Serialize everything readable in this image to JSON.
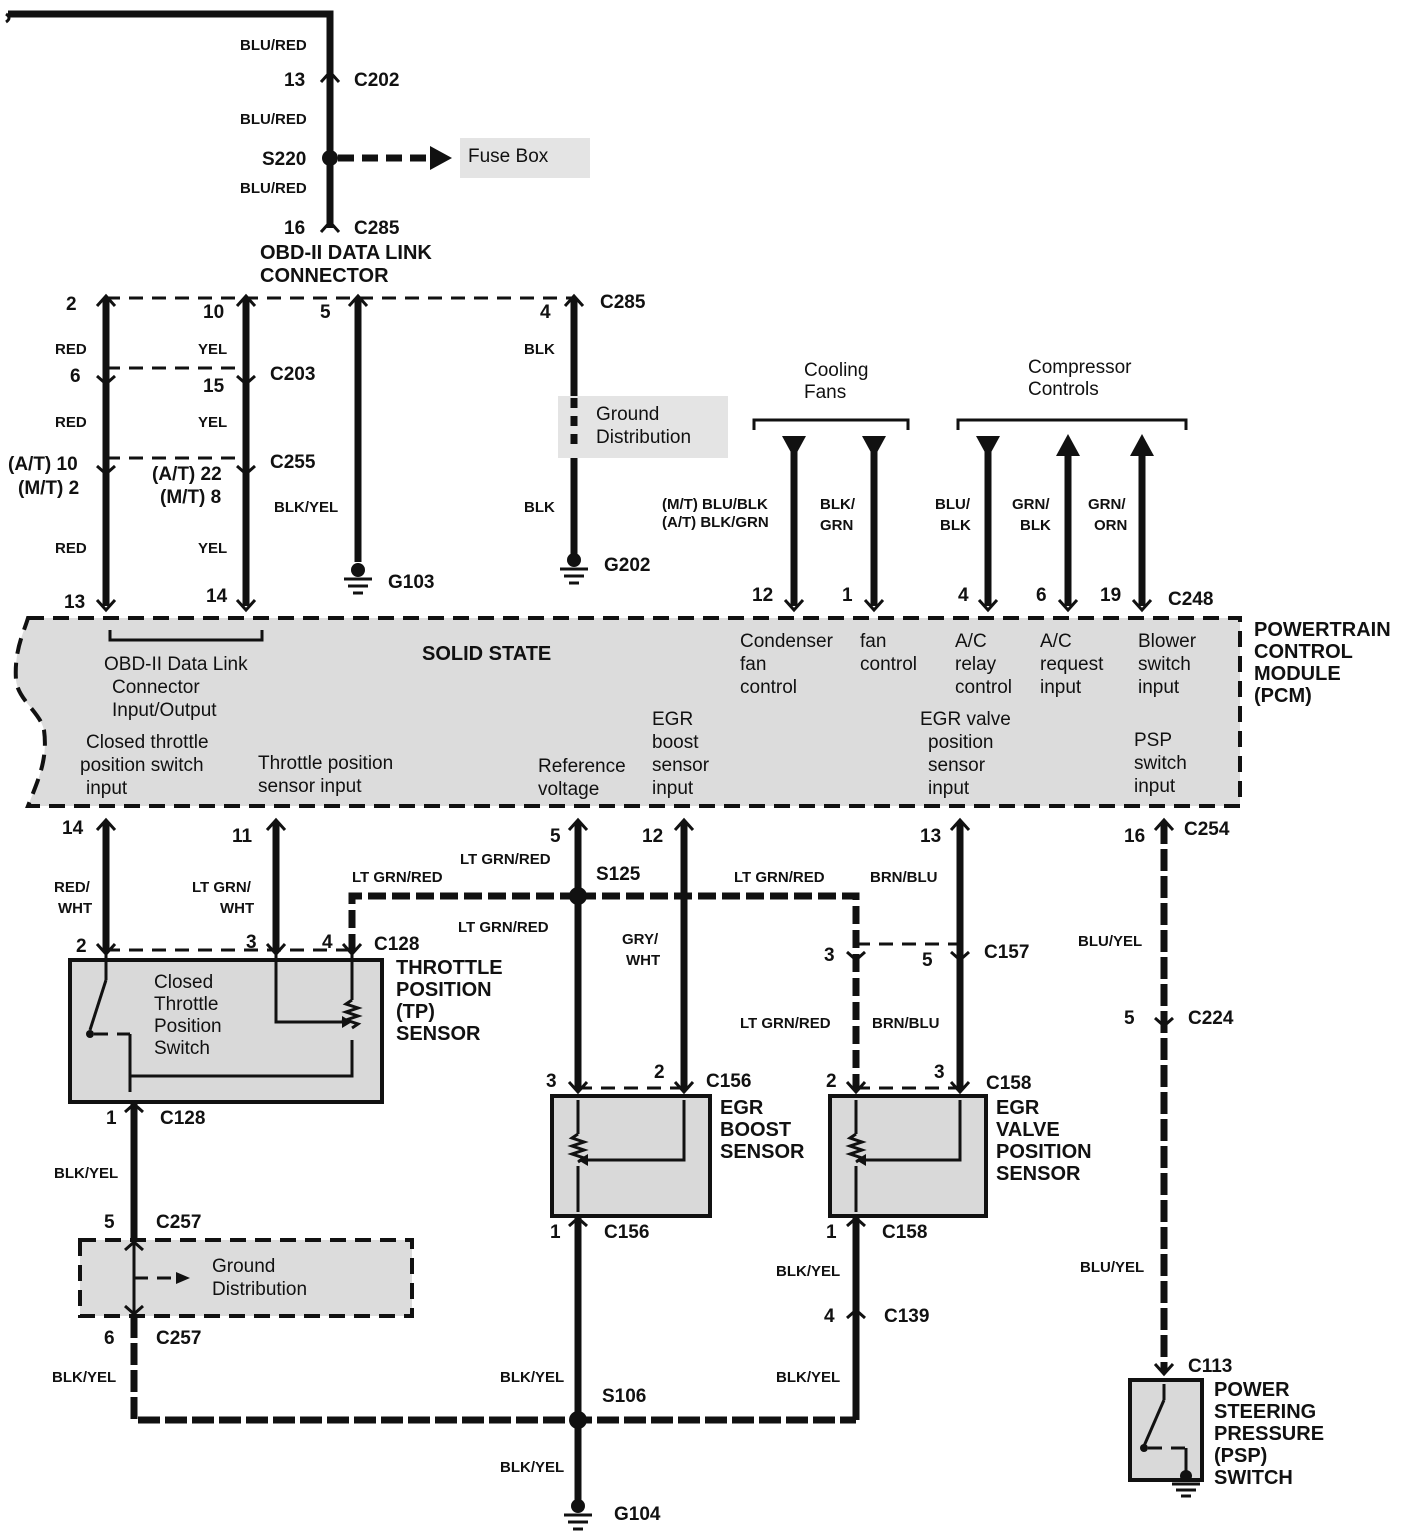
{
  "top_wire": {
    "c202": "C202",
    "c202_pin": "13",
    "s220": "S220",
    "fuse_box": "Fuse Box",
    "c285": "C285",
    "c285_pin": "16",
    "wire_color": "BLU/RED",
    "dlc_line1": "OBD-II DATA LINK",
    "dlc_line2": "CONNECTOR"
  },
  "dlc_row": {
    "pin2": "2",
    "pin10": "10",
    "pin5": "5",
    "pin4": "4",
    "c285": "C285",
    "red": "RED",
    "yel": "YEL",
    "blk": "BLK",
    "blk_yel": "BLK/YEL",
    "c203": "C203",
    "c203_pin6": "6",
    "c203_pin15": "15",
    "c255": "C255",
    "at10": "(A/T) 10",
    "mt2": "(M/T) 2",
    "at22": "(A/T) 22",
    "mt8": "(M/T) 8",
    "g103": "G103",
    "g202": "G202",
    "ground_dist_1": "Ground",
    "ground_dist_2": "Distribution",
    "pin13": "13",
    "pin14": "14"
  },
  "right_top": {
    "cooling_1": "Cooling",
    "cooling_2": "Fans",
    "compressor_1": "Compressor",
    "compressor_2": "Controls",
    "mt_blu_blk": "(M/T) BLU/BLK",
    "at_blk_grn": "(A/T) BLK/GRN",
    "blk_grn_1": "BLK/",
    "blk_grn_2": "GRN",
    "blu_blk_1": "BLU/",
    "blu_blk_2": "BLK",
    "grn_blk_1": "GRN/",
    "grn_blk_2": "BLK",
    "grn_orn_1": "GRN/",
    "grn_orn_2": "ORN",
    "pin12": "12",
    "pin1": "1",
    "pin4": "4",
    "pin6": "6",
    "pin19": "19",
    "c248": "C248"
  },
  "pcm": {
    "title_1": "POWERTRAIN",
    "title_2": "CONTROL",
    "title_3": "MODULE",
    "title_4": "(PCM)",
    "solid_state": "SOLID STATE",
    "dlc_io_1": "OBD-II Data Link",
    "dlc_io_2": "Connector",
    "dlc_io_3": "Input/Output",
    "cond_1": "Condenser",
    "cond_2": "fan",
    "cond_3": "control",
    "fan_1": "fan",
    "fan_2": "control",
    "acr_1": "A/C",
    "acr_2": "relay",
    "acr_3": "control",
    "acq_1": "A/C",
    "acq_2": "request",
    "acq_3": "input",
    "blw_1": "Blower",
    "blw_2": "switch",
    "blw_3": "input",
    "ctp_1": "Closed  throttle",
    "ctp_2": "position switch",
    "ctp_3": "input",
    "tps_1": "Throttle position",
    "tps_2": "sensor input",
    "ref_1": "Reference",
    "ref_2": "voltage",
    "egrb_1": "EGR",
    "egrb_2": "boost",
    "egrb_3": "sensor",
    "egrb_4": "input",
    "egrv_1": "EGR valve",
    "egrv_2": "position",
    "egrv_3": "sensor",
    "egrv_4": "input",
    "psp_1": "PSP",
    "psp_2": "switch",
    "psp_3": "input"
  },
  "bottom": {
    "p14": "14",
    "p11": "11",
    "p5": "5",
    "p12": "12",
    "p13": "13",
    "p16": "16",
    "c254": "C254",
    "red_wht_1": "RED/",
    "red_wht_2": "WHT",
    "ltgrn_wht_1": "LT GRN/",
    "ltgrn_wht_2": "WHT",
    "ltgrn_red": "LT GRN/RED",
    "s125": "S125",
    "gry_wht_1": "GRY/",
    "gry_wht_2": "WHT",
    "brn_blu": "BRN/BLU",
    "blu_yel": "BLU/YEL",
    "c128": "C128",
    "tp_p2": "2",
    "tp_p3": "3",
    "tp_p4": "4",
    "tp_1": "THROTTLE",
    "tp_2": "POSITION",
    "tp_3": "(TP)",
    "tp_4": "SENSOR",
    "cts_1": "Closed",
    "cts_2": "Throttle",
    "cts_3": "Position",
    "cts_4": "Switch",
    "c157": "C157",
    "c157_p3": "3",
    "c157_p5": "5",
    "c224": "C224",
    "c224_p5": "5",
    "c156": "C156",
    "c156_p3": "3",
    "c156_p2": "2",
    "c156_p1": "1",
    "egrb_1": "EGR",
    "egrb_2": "BOOST",
    "egrb_3": "SENSOR",
    "c158": "C158",
    "c158_p2": "2",
    "c158_p3": "3",
    "c158_p1": "1",
    "egrv_1": "EGR",
    "egrv_2": "VALVE",
    "egrv_3": "POSITION",
    "egrv_4": "SENSOR",
    "c128b": "C128",
    "c128b_p1": "1",
    "blk_yel": "BLK/YEL",
    "c257": "C257",
    "c257_p5": "5",
    "c257_p6": "6",
    "gd_1": "Ground",
    "gd_2": "Distribution",
    "c139": "C139",
    "c139_p4": "4",
    "s106": "S106",
    "g104": "G104",
    "c113": "C113",
    "psp_1": "POWER",
    "psp_2": "STEERING",
    "psp_3": "PRESSURE",
    "psp_4": "(PSP)",
    "psp_5": "SWITCH"
  }
}
